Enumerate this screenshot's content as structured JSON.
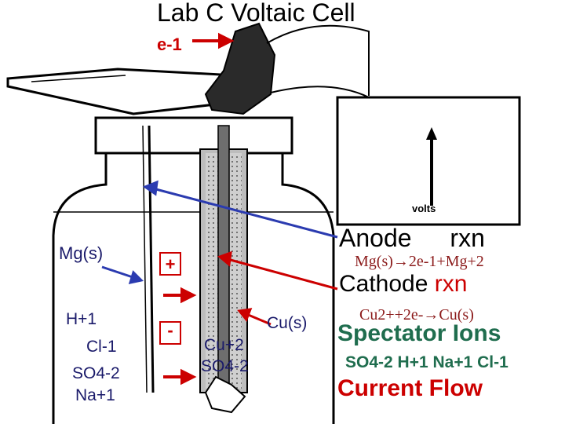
{
  "title": "Lab C Voltaic Cell",
  "electron_label": "e-1",
  "meter_label": "volts",
  "mg_label": "Mg(s)",
  "cu_label": "Cu(s)",
  "left_ions": {
    "h": "H+1",
    "cl": "Cl-1",
    "so4": "SO4-2",
    "na": "Na+1"
  },
  "middle_ions": {
    "cu": "Cu+2",
    "so4": "SO4-2"
  },
  "plus_sign": "+",
  "minus_sign": "-",
  "anode": {
    "word": "Anode",
    "rxn_word": "rxn",
    "reaction": "Mg(s)→2e-1+Mg+2"
  },
  "cathode": {
    "word": "Cathode",
    "rxn_word": "rxn",
    "reaction": "Cu2++2e-→Cu(s)"
  },
  "spectator": {
    "title": "Spectator Ions",
    "ions": "SO4-2  H+1  Na+1  Cl-1"
  },
  "current_flow": "Current Flow",
  "colors": {
    "red": "#cc0000",
    "blue": "#2b3bb0",
    "green": "#1f6d4e"
  }
}
